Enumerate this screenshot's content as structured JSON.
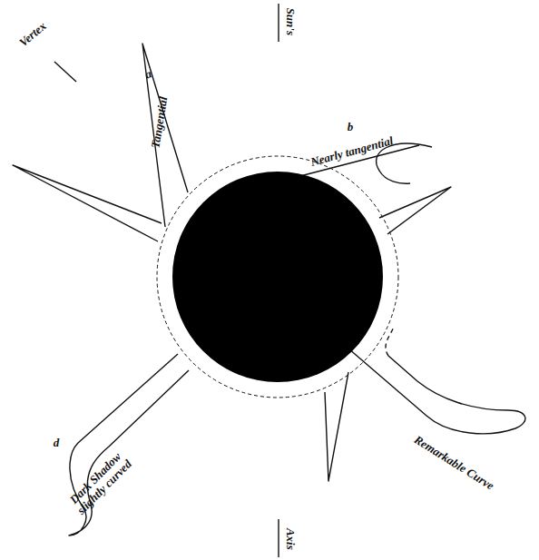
{
  "diagram": {
    "labels": [
      "Vertex",
      "Sun's",
      "a",
      "Tangential",
      "b",
      "Nearly tangential",
      "d",
      "Dark Shadow slightly curved",
      "Remarkable Curve",
      "Axis"
    ]
  }
}
